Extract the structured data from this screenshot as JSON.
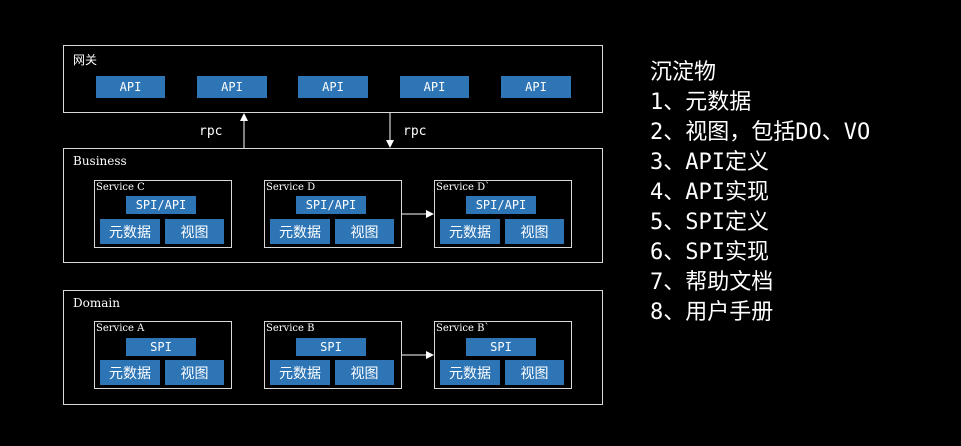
{
  "gateway": {
    "label": "网关",
    "apis": [
      "API",
      "API",
      "API",
      "API",
      "API"
    ]
  },
  "rpc": [
    "rpc",
    "rpc"
  ],
  "business": {
    "label": "Business",
    "services": [
      {
        "name": "Service C",
        "top": "SPI/API",
        "meta": "元数据",
        "view": "视图"
      },
      {
        "name": "Service D",
        "top": "SPI/API",
        "meta": "元数据",
        "view": "视图"
      },
      {
        "name": "Service D`",
        "top": "SPI/API",
        "meta": "元数据",
        "view": "视图"
      }
    ]
  },
  "domain": {
    "label": "Domain",
    "services": [
      {
        "name": "Service A",
        "top": "SPI",
        "meta": "元数据",
        "view": "视图"
      },
      {
        "name": "Service B",
        "top": "SPI",
        "meta": "元数据",
        "view": "视图"
      },
      {
        "name": "Service B`",
        "top": "SPI",
        "meta": "元数据",
        "view": "视图"
      }
    ]
  },
  "notes": {
    "title": "沉淀物",
    "items": [
      "1、元数据",
      "2、视图，包括DO、VO",
      "3、API定义",
      "4、API实现",
      "5、SPI定义",
      "6、SPI实现",
      "7、帮助文档",
      "8、用户手册"
    ]
  },
  "colors": {
    "background": "#000000",
    "box": "#2e75b6",
    "border": "#d9d9d9",
    "text": "#ffffff"
  }
}
